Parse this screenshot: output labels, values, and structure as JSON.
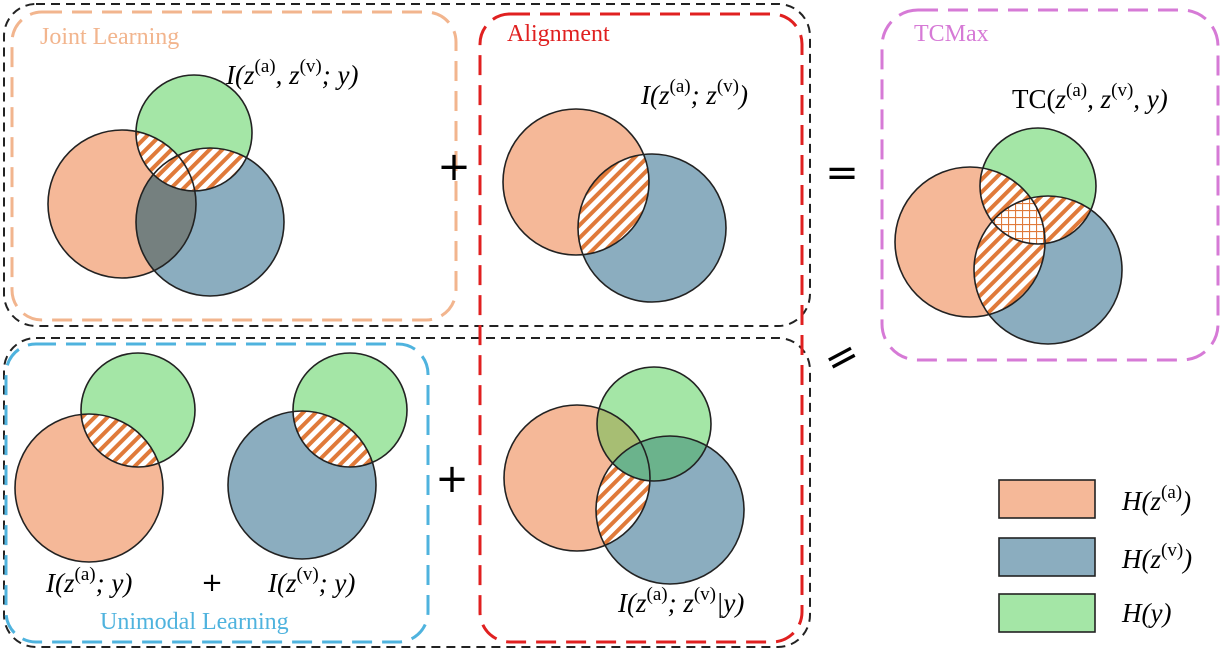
{
  "colors": {
    "orange": "#f5b898",
    "blue": "#8badbf",
    "green": "#a4e6a6",
    "hatch": "#e07a3a",
    "joint": "#f2b58e",
    "alignment": "#e02020",
    "tcmax": "#d67ad6",
    "unimodal": "#4fb3de",
    "dark_box": "#222222"
  },
  "boxes": {
    "joint_learning": "Joint Learning",
    "alignment": "Alignment",
    "tcmax": "TCMax",
    "unimodal_learning": "Unimodal Learning"
  },
  "formulas": {
    "joint": "I(z(a), z(v); y)",
    "alignment": "I(z(a); z(v))",
    "tcmax": "TC(z(a), z(v), y)",
    "uni_a": "I(z(a); y)",
    "uni_v": "I(z(v); y)",
    "conditional": "I(z(a); z(v)|y)"
  },
  "operators": {
    "plus_top": "+",
    "equals_top": "=",
    "plus_small": "+",
    "plus_bottom": "+",
    "equals_bottom": "="
  },
  "legend": [
    {
      "label": "H(z(a))",
      "color": "orange"
    },
    {
      "label": "H(z(v))",
      "color": "blue"
    },
    {
      "label": "H(y)",
      "color": "green"
    }
  ]
}
